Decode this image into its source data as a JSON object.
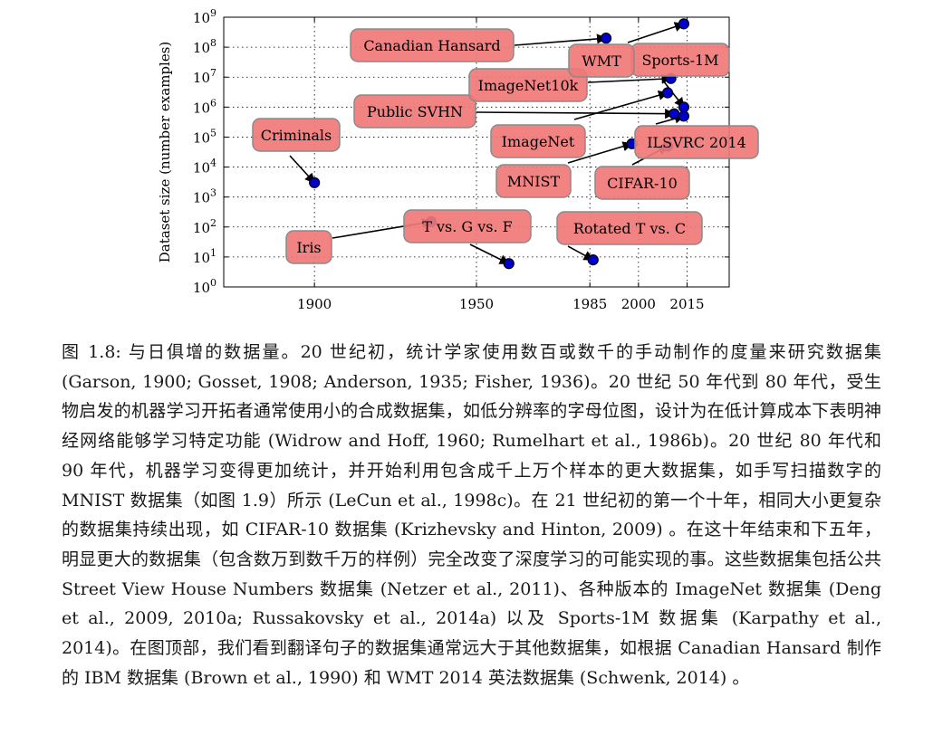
{
  "caption": "图 1.8: 与日俱增的数据量。20 世纪初，统计学家使用数百或数千的手动制作的度量来研究数据集 (Garson, 1900; Gosset, 1908; Anderson, 1935; Fisher, 1936)。20 世纪 50 年代到 80 年代，受生物启发的机器学习开拓者通常使用小的合成数据集，如低分辨率的字母位图，设计为在低计算成本下表明神经网络能够学习特定功能 (Widrow and Hoff, 1960; Rumelhart et al., 1986b)。20 世纪 80 年代和 90 年代，机器学习变得更加统计，并开始利用包含成千上万个样本的更大数据集，如手写扫描数字的 MNIST 数据集（如图 1.9）所示 (LeCun et al., 1998c)。在 21 世纪初的第一个十年，相同大小更复杂的数据集持续出现，如 CIFAR-10 数据集 (Krizhevsky and Hinton, 2009) 。在这十年结束和下五年，明显更大的数据集（包含数万到数千万的样例）完全改变了深度学习的可能实现的事。这些数据集包括公共 Street View House Numbers 数据集 (Netzer et al., 2011)、各种版本的 ImageNet 数据集 (Deng et al., 2009, 2010a; Russakovsky et al., 2014a) 以及 Sports-1M 数据集 (Karpathy et al., 2014)。在图顶部，我们看到翻译句子的数据集通常远大于其他数据集，如根据 Canadian Hansard 制作的 IBM 数据集 (Brown et al., 1990) 和 WMT 2014 英法数据集 (Schwenk, 2014) 。",
  "chart_data": {
    "type": "scatter",
    "title": "",
    "xlabel": "",
    "ylabel": "Dataset size (number examples)",
    "x_ticks": [
      1900,
      1950,
      1985,
      2000,
      2015
    ],
    "y_ticks": [
      "10^0",
      "10^1",
      "10^2",
      "10^3",
      "10^4",
      "10^5",
      "10^6",
      "10^7",
      "10^8",
      "10^9"
    ],
    "y_scale": "log",
    "ylim": [
      1,
      1000000000
    ],
    "grid": true,
    "marker_color": "#0000cc",
    "label_box_color": "#f07878",
    "points": [
      {
        "label": "Criminals",
        "x": 1900,
        "y": 3000
      },
      {
        "label": "Iris",
        "x": 1936,
        "y": 150
      },
      {
        "label": "T vs. G vs. F",
        "x": 1960,
        "y": 6
      },
      {
        "label": "Rotated T vs. C",
        "x": 1986,
        "y": 8
      },
      {
        "label": "MNIST",
        "x": 1998,
        "y": 60000
      },
      {
        "label": "CIFAR-10",
        "x": 2009,
        "y": 50000
      },
      {
        "label": "Public SVHN",
        "x": 2011,
        "y": 600000
      },
      {
        "label": "ImageNet",
        "x": 2009,
        "y": 3000000
      },
      {
        "label": "ImageNet10k",
        "x": 2010,
        "y": 9000000
      },
      {
        "label": "ILSVRC 2014",
        "x": 2014,
        "y": 500000
      },
      {
        "label": "Sports-1M",
        "x": 2014,
        "y": 1000000
      },
      {
        "label": "Canadian Hansard",
        "x": 1990,
        "y": 200000000
      },
      {
        "label": "WMT",
        "x": 2014,
        "y": 600000000
      }
    ]
  }
}
